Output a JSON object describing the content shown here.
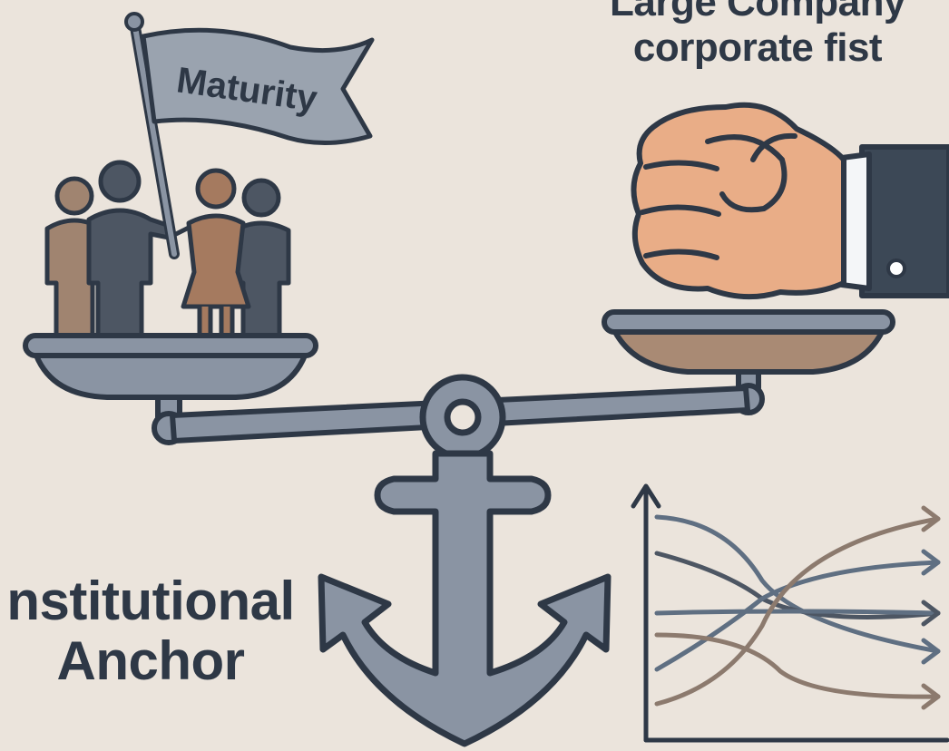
{
  "flag": {
    "text": "Maturity"
  },
  "labels": {
    "company_line1": "Large Company",
    "company_line2": "corporate fist",
    "anchor_line1": "nstitutional",
    "anchor_line2": "Anchor"
  },
  "colors": {
    "background": "#ebe4dc",
    "text": "#2e3846",
    "outline": "#2e3846",
    "metal": "#8a94a3",
    "skin": "#e9ad87",
    "sleeve": "#3c4856",
    "tan_figure": "#a08470",
    "brown_figure": "#a57a5f",
    "dark_figure": "#4d5663",
    "right_pan": "#a98a74",
    "trend_grey": "#5f6f82",
    "trend_brown": "#8c7a6e"
  },
  "icons": [
    "people-group-icon",
    "maturity-flag-icon",
    "corporate-fist-icon",
    "balance-scale-icon",
    "anchor-icon",
    "trend-chart-icon"
  ]
}
